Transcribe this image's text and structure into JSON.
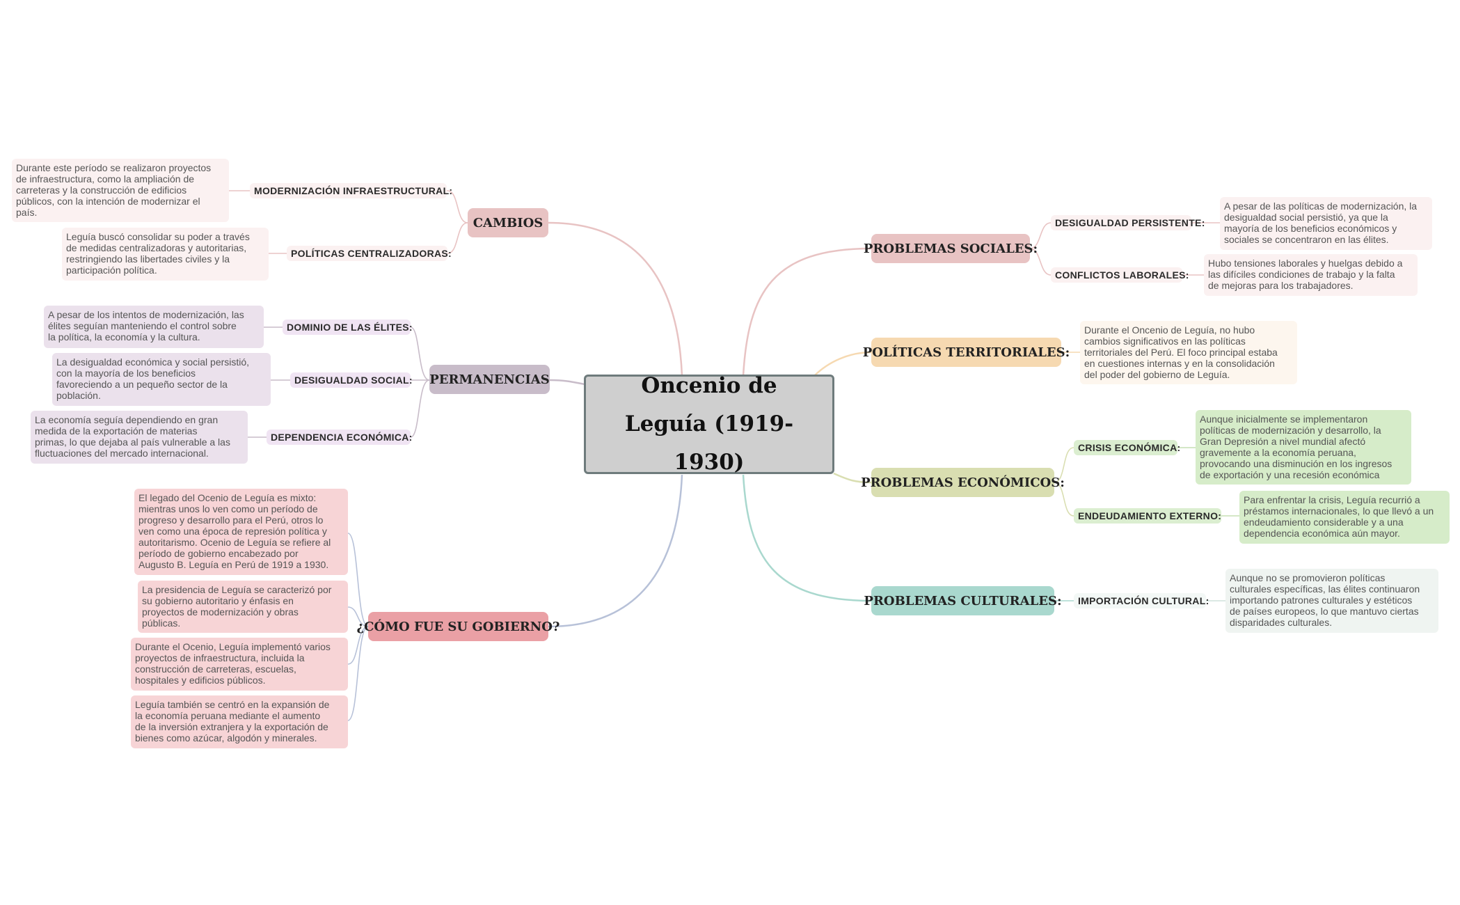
{
  "central": {
    "title_line1": "Oncenio de",
    "title_line2": "Leguía (1919-1930)"
  },
  "colors": {
    "cambios": "#e8c3c3",
    "permanencias": "#c8bcc9",
    "gobierno": "#eaa0a5",
    "sociales": "#e8c3c3",
    "territoriales": "#f6d9b1",
    "economicos": "#d9deb1",
    "culturales": "#a9d8ce",
    "leaf_cambios": "#fbf1f1",
    "leaf_perm": "#ebe1ec",
    "leaf_gob": "#f7d4d6",
    "leaf_soc": "#fbf1f1",
    "leaf_terr": "#fdf6ee",
    "leaf_eco": "#d6ecc9",
    "leaf_cult": "#eff4f1"
  },
  "left": {
    "cambios": {
      "label": "CAMBIOS",
      "sub1": {
        "label": "MODERNIZACIÓN INFRAESTRUCTURAL:",
        "text": "Durante este período se realizaron proyectos\nde infraestructura, como la ampliación de\ncarreteras y la construcción de edificios\npúblicos, con la intención de modernizar el\npaís."
      },
      "sub2": {
        "label": "POLÍTICAS CENTRALIZADORAS:",
        "text": "Leguía buscó consolidar su poder a través\nde medidas centralizadoras y autoritarias,\nrestringiendo las libertades civiles y la\nparticipación política."
      }
    },
    "permanencias": {
      "label": "PERMANENCIAS",
      "sub1": {
        "label": "DOMINIO DE LAS ÉLITES:",
        "text": "A pesar de los intentos de modernización, las\nélites seguían manteniendo el control sobre\nla política, la economía y la cultura."
      },
      "sub2": {
        "label": "DESIGUALDAD SOCIAL:",
        "text": " La desigualdad económica y social persistió,\ncon la mayoría de los beneficios\nfavoreciendo a un pequeño sector de la\npoblación."
      },
      "sub3": {
        "label": "DEPENDENCIA ECONÓMICA:",
        "text": "La economía seguía dependiendo en gran\nmedida de la exportación de materias\nprimas, lo que dejaba al país vulnerable a las\nfluctuaciones del mercado internacional."
      }
    },
    "gobierno": {
      "label": "¿CÓMO FUE SU GOBIERNO?",
      "leaf1": "El legado del Ocenio de Leguía es mixto:\nmientras unos lo ven como un período de\nprogreso y desarrollo para el Perú, otros lo\nven como una época de represión política y\nautoritarismo. Ocenio de Leguía se refiere al\nperíodo de gobierno encabezado por\nAugusto B. Leguía en Perú de 1919 a 1930.",
      "leaf2": "La presidencia de Leguía se caracterizó por\nsu gobierno autoritario y énfasis en\nproyectos de modernización y obras\npúblicas.",
      "leaf3": "Durante el Ocenio, Leguía implementó varios\nproyectos de infraestructura, incluida la\nconstrucción de carreteras, escuelas,\nhospitales y edificios públicos.",
      "leaf4": "Leguía también se centró en la expansión de\nla economía peruana mediante el aumento\nde la inversión extranjera y la exportación de\nbienes como azúcar, algodón y minerales."
    }
  },
  "right": {
    "sociales": {
      "label": "PROBLEMAS SOCIALES:",
      "sub1": {
        "label": "DESIGUALDAD PERSISTENTE:",
        "text": "A pesar de las políticas de modernización, la\ndesigualdad social persistió, ya que la\nmayoría de los beneficios económicos y\nsociales se concentraron en las élites."
      },
      "sub2": {
        "label": "CONFLICTOS LABORALES:",
        "text": "Hubo tensiones laborales y huelgas debido a\nlas difíciles condiciones de trabajo y la falta\nde mejoras para los trabajadores."
      }
    },
    "territoriales": {
      "label": "POLÍTICAS TERRITORIALES:",
      "text": "Durante el Oncenio de Leguía, no hubo\ncambios significativos en las políticas\nterritoriales del Perú. El foco principal estaba\nen cuestiones internas y en la consolidación\ndel poder del gobierno de Leguía."
    },
    "economicos": {
      "label": "PROBLEMAS ECONÓMICOS:",
      "sub1": {
        "label": "CRISIS ECONÓMICA:",
        "text": "Aunque inicialmente se implementaron\npolíticas de modernización y desarrollo, la\nGran Depresión a nivel mundial afectó\ngravemente a la economía peruana,\nprovocando una disminución en los ingresos\nde exportación y una recesión económica"
      },
      "sub2": {
        "label": "ENDEUDAMIENTO EXTERNO:",
        "text": "Para enfrentar la crisis, Leguía recurrió a\npréstamos internacionales, lo que llevó a un\nendeudamiento considerable y a una\ndependencia económica aún mayor."
      }
    },
    "culturales": {
      "label": "PROBLEMAS CULTURALES:",
      "sub1": {
        "label": "IMPORTACIÓN CULTURAL:",
        "text": "Aunque no se promovieron políticas\nculturales específicas, las élites continuaron\nimportando patrones culturales y estéticos\nde países europeos, lo que mantuvo ciertas\ndisparidades culturales."
      }
    }
  }
}
